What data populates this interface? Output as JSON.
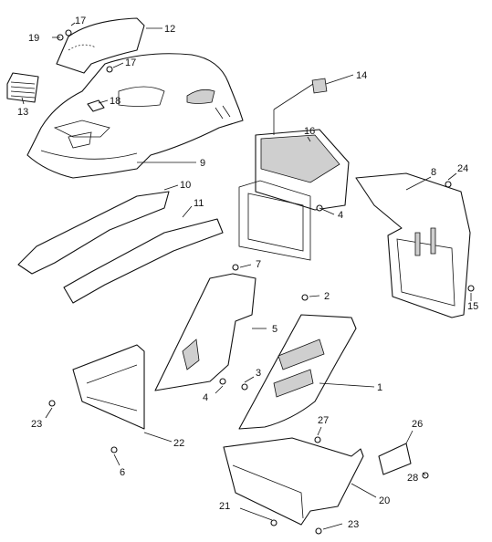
{
  "diagram": {
    "callouts": [
      "1",
      "2",
      "3",
      "4",
      "4",
      "5",
      "6",
      "7",
      "8",
      "9",
      "10",
      "11",
      "12",
      "13",
      "14",
      "15",
      "16",
      "17",
      "17",
      "18",
      "19",
      "20",
      "21",
      "22",
      "23",
      "23",
      "24",
      "26",
      "27",
      "28"
    ]
  }
}
